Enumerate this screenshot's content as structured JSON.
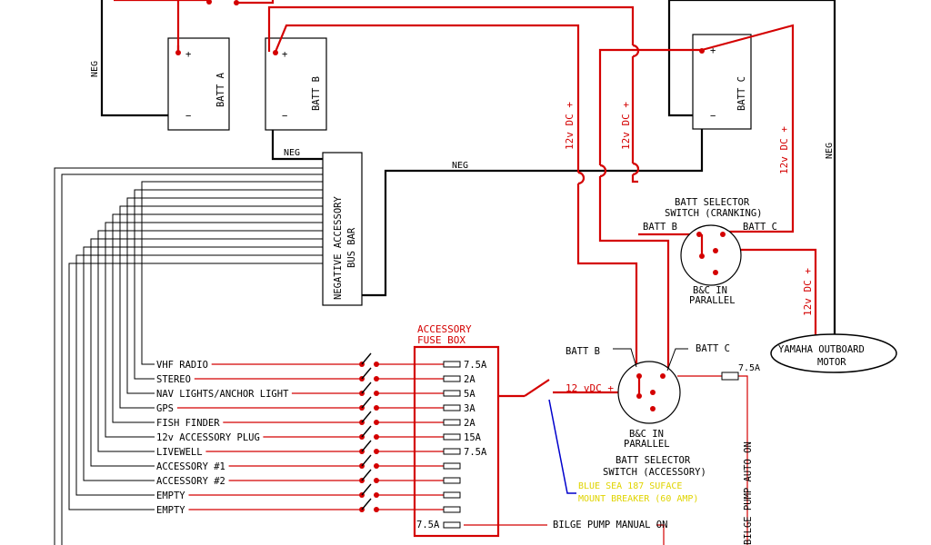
{
  "batteries": {
    "batt_a": "BATT A",
    "batt_b": "BATT B",
    "batt_c": "BATT C",
    "plus": "+",
    "minus": "−"
  },
  "labels": {
    "neg": "NEG",
    "twelve_v_dc_plus": "12v DC +",
    "twelve_vdc_plus": "12 vDC +",
    "bus_bar": [
      "NEGATIVE ACCESSORY",
      "BUS BAR"
    ],
    "cranking_switch": [
      "BATT SELECTOR",
      "SWITCH (CRANKING)"
    ],
    "accessory_switch": [
      "BATT SELECTOR",
      "SWITCH (ACCESSORY)"
    ],
    "batt_b_label": "BATT B",
    "batt_c_label": "BATT C",
    "parallel": [
      "B&C IN",
      "PARALLEL"
    ],
    "motor": [
      "YAMAHA OUTBOARD",
      "MOTOR"
    ],
    "fuse_box": [
      "ACCESSORY",
      "FUSE BOX"
    ],
    "breaker": [
      "BLUE SEA 187 SUFACE",
      "MOUNT BREAKER (60 AMP)"
    ],
    "bilge_manual": "BILGE PUMP MANUAL ON",
    "bilge_auto": "BILGE PUMP AUTO ON",
    "fuse_7_5a": "7.5A"
  },
  "circuits": [
    {
      "name": "VHF RADIO",
      "fuse": "7.5A"
    },
    {
      "name": "STEREO",
      "fuse": "2A"
    },
    {
      "name": "NAV LIGHTS/ANCHOR LIGHT",
      "fuse": "5A"
    },
    {
      "name": "GPS",
      "fuse": "3A"
    },
    {
      "name": "FISH FINDER",
      "fuse": "2A"
    },
    {
      "name": "12v ACCESSORY PLUG",
      "fuse": "15A"
    },
    {
      "name": "LIVEWELL",
      "fuse": "7.5A"
    },
    {
      "name": "ACCESSORY #1",
      "fuse": ""
    },
    {
      "name": "ACCESSORY #2",
      "fuse": ""
    },
    {
      "name": "EMPTY",
      "fuse": ""
    },
    {
      "name": "EMPTY",
      "fuse": ""
    }
  ]
}
